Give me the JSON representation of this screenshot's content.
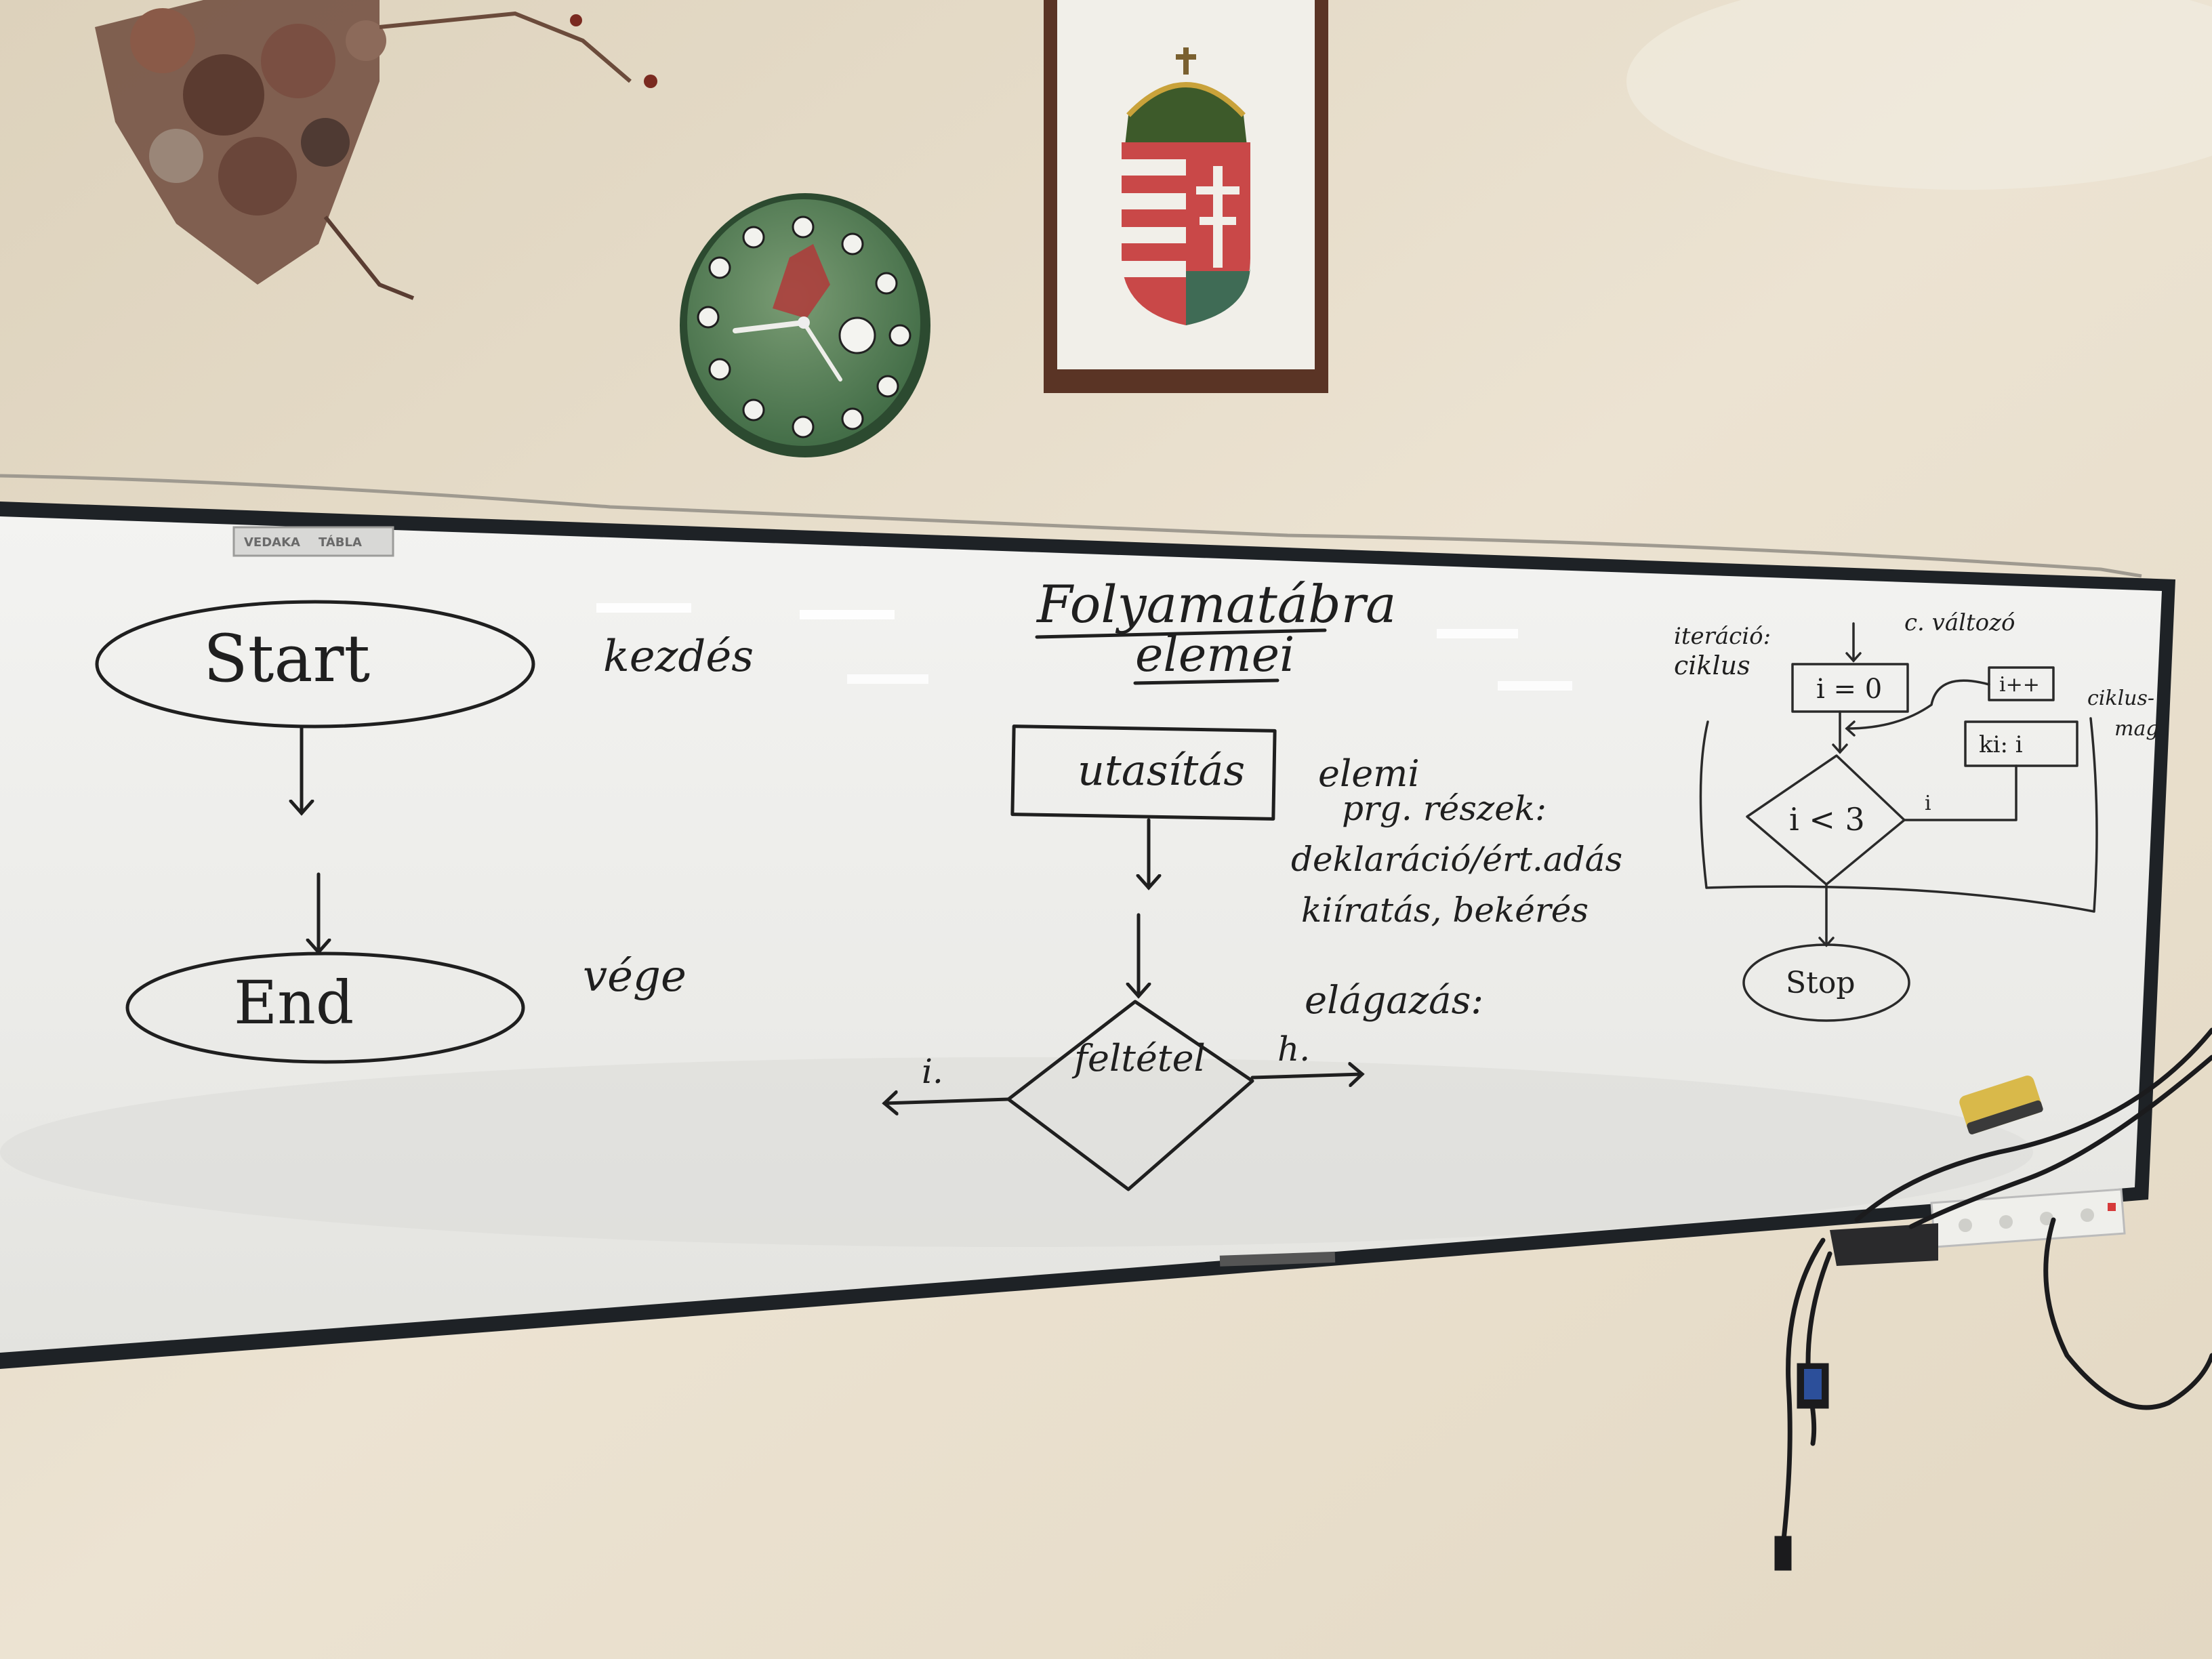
{
  "board": {
    "title_line1": "Folyamatábra",
    "title_line2": "elemei",
    "brand_left": "VEDAKA",
    "brand_right": "TÁBLA"
  },
  "terminals": {
    "start_label": "Start",
    "start_note": "kezdés",
    "end_label": "End",
    "end_note": "vége"
  },
  "statement": {
    "label": "utasítás",
    "notes": [
      "elemi",
      "prg. részek:",
      "deklaráció/ért.adás",
      "kiíratás, bekérés"
    ]
  },
  "decision": {
    "label": "feltétel",
    "left_branch": "i.",
    "right_branch": "h.",
    "note": "elágazás:"
  },
  "loop_diagram": {
    "left_note_line1": "iteráció:",
    "left_note_line2": "ciklus",
    "top_note": "c. változó",
    "right_note_line1": "ciklus-",
    "right_note_line2": "mag",
    "init_box": "i = 0",
    "body_box1": "i++",
    "body_box2": "ki: i",
    "condition": "i < 3",
    "condition_side": "i",
    "stop": "Stop"
  }
}
